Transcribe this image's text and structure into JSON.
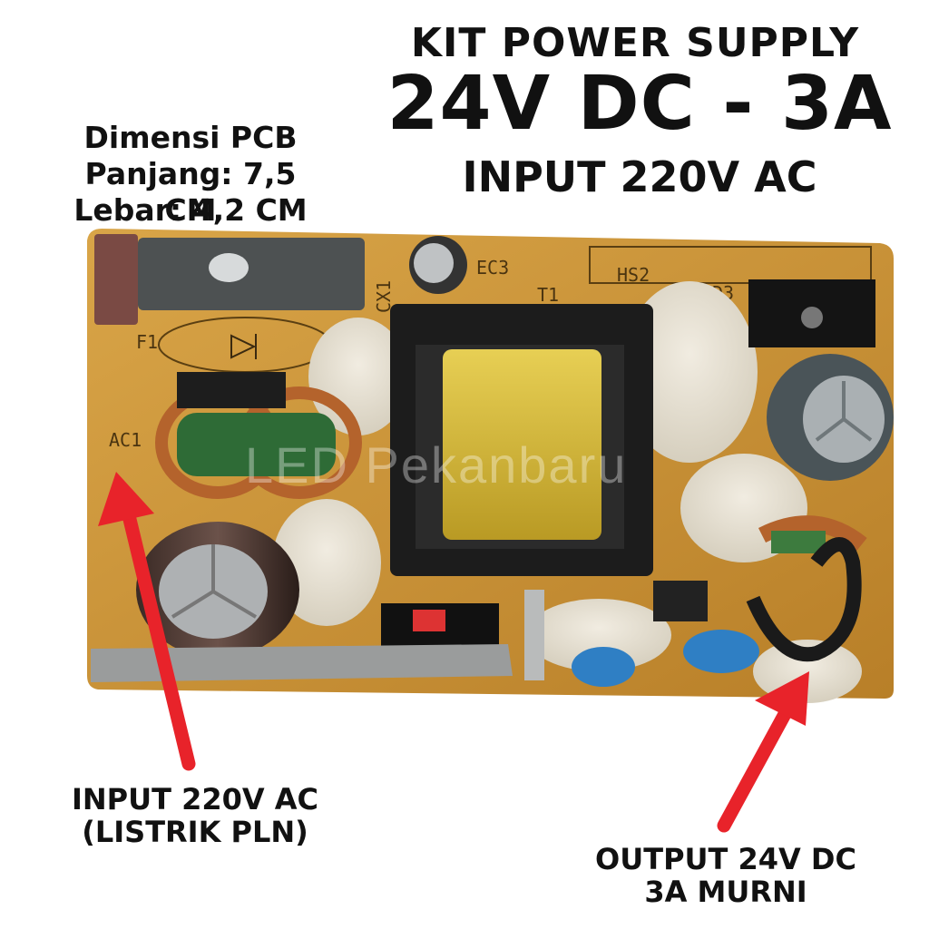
{
  "header": {
    "line1": "KIT POWER SUPPLY",
    "line2": "24V DC - 3A",
    "line3": "INPUT 220V AC"
  },
  "dimensions": {
    "title": "Dimensi PCB",
    "length": "Panjang: 7,5 CM",
    "width": "Lebar: 4,2 CM"
  },
  "watermark": "LED Pekanbaru",
  "pcb_labels": {
    "ec3": "EC3",
    "hs2": "HS2",
    "d3": "D3",
    "t1": "T1",
    "cx1": "CX1",
    "f1": "F1",
    "ac1": "AC1"
  },
  "callouts": {
    "input_line1": "INPUT 220V AC",
    "input_line2": "(LISTRIK PLN)",
    "output_line1": "OUTPUT 24V DC",
    "output_line2": "3A MURNI"
  },
  "colors": {
    "arrow": "#e8232a",
    "pcb": "#c8912f"
  }
}
